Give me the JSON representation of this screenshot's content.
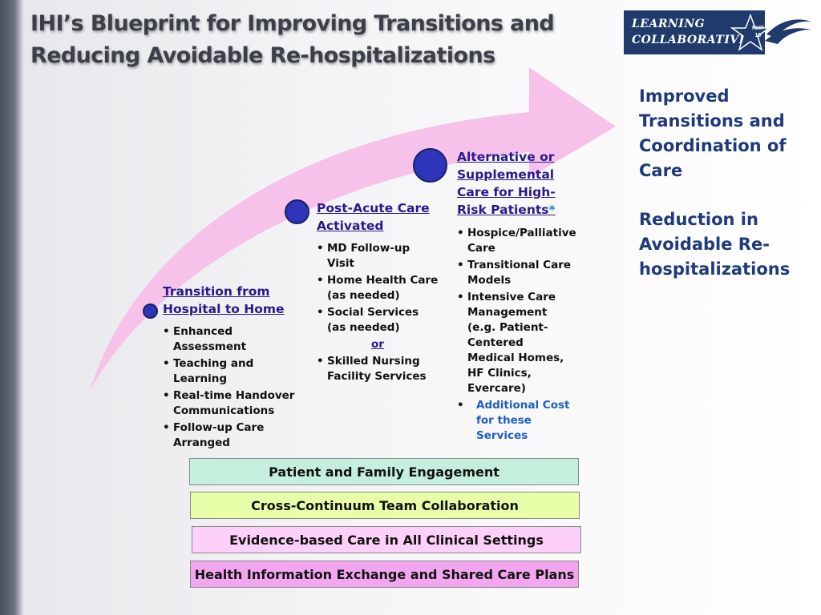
{
  "title": "IHI’s Blueprint for Improving Transitions and Reducing Avoidable Re-hospitalizations",
  "logo": {
    "line1": "LEARNING",
    "line2": "COLLABORATIVE",
    "badge_top": "RHP",
    "badge_bottom": "10"
  },
  "outcomes": [
    "Improved Transitions and Coordination of Care",
    "Reduction in Avoidable Re-hospitalizations"
  ],
  "stages": [
    {
      "title": "Transition from Hospital to Home",
      "items": [
        "Enhanced Assessment",
        "Teaching and Learning",
        "Real-time Handover Communications",
        "Follow-up Care Arranged"
      ]
    },
    {
      "title": "Post-Acute Care Activated",
      "items": [
        "MD Follow-up Visit",
        "Home Health Care (as needed)",
        "Social Services (as needed)"
      ],
      "or_label": "or",
      "items_after": [
        "Skilled Nursing Facility Services"
      ]
    },
    {
      "title": "Alternative or Supplemental Care for High-Risk Patients",
      "title_mark": "*",
      "items": [
        "Hospice/Palliative Care",
        "Transitional Care Models",
        "Intensive Care Management (e.g. Patient-Centered Medical Homes, HF Clinics, Evercare)"
      ],
      "note": "Additional Cost for these Services"
    }
  ],
  "bands": [
    {
      "label": "Patient and Family Engagement",
      "color": "#c5eedd"
    },
    {
      "label": "Cross-Continuum Team Collaboration",
      "color": "#e6ffa8"
    },
    {
      "label": "Evidence-based Care in All Clinical Settings",
      "color": "#fcd0f8"
    },
    {
      "label": "Health Information Exchange and Shared Care Plans",
      "color": "#f3a6f0"
    }
  ],
  "colors": {
    "arrow": "#f6c2ea",
    "dot": "#2e35b8",
    "stage_title": "#2a1a8a",
    "outcome_text": "#1f3a7a",
    "note_blue": "#1f5fbf"
  }
}
